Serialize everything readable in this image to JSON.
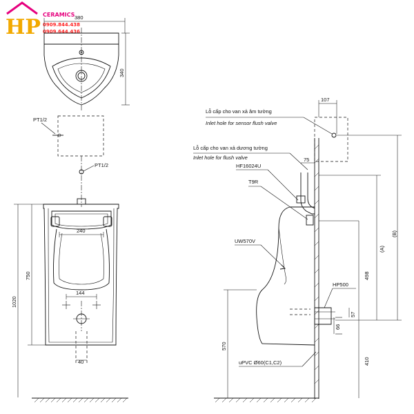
{
  "logo": {
    "mark": "HP",
    "brand": "CERAMICS",
    "phone_1": "0909.844.438",
    "phone_2": "0909.644.436",
    "colors": {
      "mark": "#f2a900",
      "house": "#e6007e",
      "phone": "#ff2222"
    }
  },
  "top_view": {
    "dim_width": "380",
    "dim_depth": "340"
  },
  "front_view": {
    "supply_label_top": "PT1/2",
    "supply_label_bottom": "PT1/2",
    "dim_bowl_width": "240",
    "dim_height_body": "750",
    "dim_height_total": "1020",
    "dim_outlet_span": "144",
    "dim_bottom_clear": "570",
    "dim_pipe": "40"
  },
  "side_view": {
    "dim_offset_top": "107",
    "dim_wall_gap": "75",
    "label_sensor_vi": "Lỗ cấp cho van xả âm tường",
    "label_sensor_en": "Inlet hole for sensor flush valve",
    "label_flush_vi": "Lỗ cấp cho van xả dương tường",
    "label_flush_en": "Inlet hole for flush valve",
    "label_valve": "HF16024U",
    "label_t9r": "T9R",
    "label_model": "UW570V",
    "label_trap": "HP500",
    "label_pipe": "uPVC Ø60(C1,C2)",
    "dim_a": "(A)",
    "dim_b": "(B)",
    "dim_498": "498",
    "dim_410": "410",
    "dim_57": "57",
    "dim_66": "66"
  }
}
